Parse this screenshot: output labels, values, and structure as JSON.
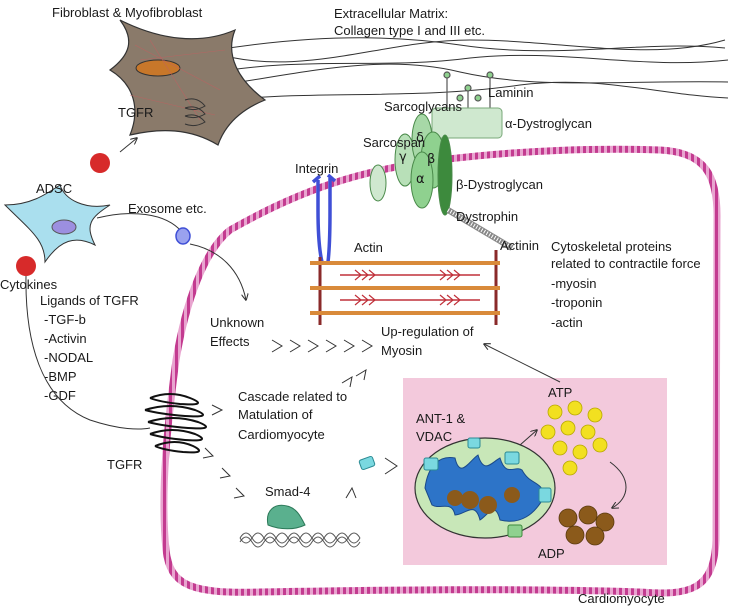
{
  "labels": {
    "fibroblast": "Fibroblast & Myofibroblast",
    "ecm_line1": "Extracellular Matrix:",
    "ecm_line2": "Collagen type I and III etc.",
    "laminin": "Laminin",
    "sarcoglycans": "Sarcoglycans",
    "alpha_dystroglycan": "α-Dystroglycan",
    "beta_dystroglycan": "β-Dystroglycan",
    "sarcospan": "Sarcospan",
    "integrin": "Integrin",
    "dystrophin": "Dystrophin",
    "tgfr_top": "TGFR",
    "adsc": "ADSC",
    "exosome": "Exosome etc.",
    "cytokines": "Cytokines",
    "ligands_title": "Ligands of TGFR",
    "ligands": [
      "-TGF-b",
      "-Activin",
      "-NODAL",
      "-BMP",
      "-GDF"
    ],
    "actin": "Actin",
    "actinin": "Actinin",
    "cytoskeletal": [
      "Cytoskeletal proteins",
      "related to contractile force",
      "-myosin",
      "-troponin",
      "-actin"
    ],
    "unknown_effects": [
      "Unknown",
      "Effects"
    ],
    "upregulation": [
      "Up-regulation of",
      "Myosin"
    ],
    "cascade": [
      "Cascade related to",
      "Matulation of",
      "Cardiomyocyte"
    ],
    "tgfr_bottom": "TGFR",
    "smad4": "Smad-4",
    "ant1": [
      "ANT-1 &",
      "VDAC"
    ],
    "atp": "ATP",
    "adp": "ADP",
    "cardiomyocyte": "Cardiomyocyte",
    "greek": {
      "delta": "δ",
      "gamma": "γ",
      "beta": "β",
      "alpha": "α"
    }
  },
  "colors": {
    "membrane": "#d04f9c",
    "mito_box": "#f3c9dc",
    "sarcoglycan_green": "#8fd18f",
    "dystroglycan_box": "#cfe8cf",
    "integrin_blue": "#3f4fd6",
    "actin_orange": "#d98a3a",
    "myosin_red": "#c0303a",
    "atp_yellow": "#f2e020",
    "adp_brown": "#8b5a1b",
    "fibroblast_fill": "#8a7a6a",
    "adsc_fill": "#aadfee",
    "cytokine_red": "#d72a2a"
  }
}
